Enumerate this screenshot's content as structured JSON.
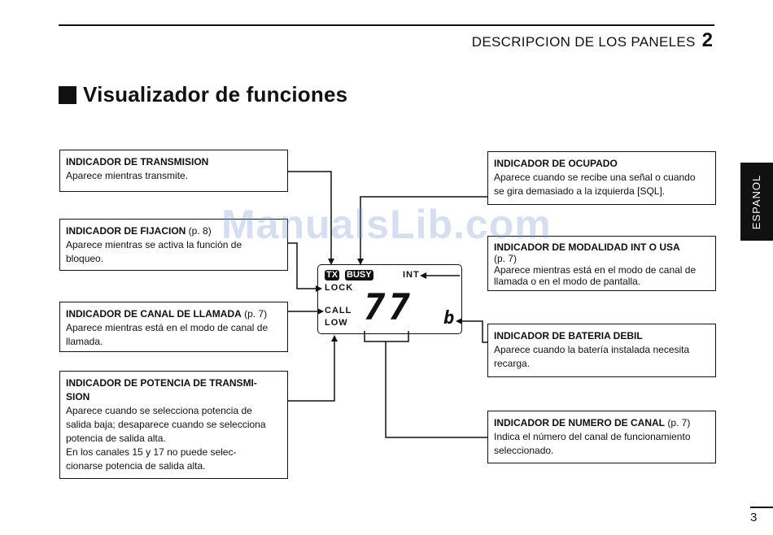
{
  "header": {
    "title": "DESCRIPCION DE LOS PANELES",
    "chapter": "2"
  },
  "section_title": "Visualizador de funciones",
  "side_tab": "ESPANOL",
  "callouts": {
    "tx": {
      "title": "INDICADOR DE TRANSMISION",
      "ref": "",
      "desc": [
        "Aparece mientras transmite."
      ]
    },
    "lock": {
      "title": "INDICADOR DE FIJACION",
      "ref": " (p. 8)",
      "desc": [
        "Aparece mientras se activa la función de",
        "bloqueo."
      ]
    },
    "call": {
      "title": "INDICADOR DE CANAL DE LLAMADA",
      "ref": " (p. 7)",
      "desc": [
        "Aparece mientras está en el modo de canal de",
        "llamada."
      ]
    },
    "power": {
      "title_lines": [
        "INDICADOR DE POTENCIA DE TRANSMI-",
        "SION"
      ],
      "desc": [
        "Aparece cuando se selecciona potencia de",
        "salida baja; desaparece cuando se selecciona",
        "potencia de salida alta.",
        "En los canales 15 y 17 no puede selec-",
        "cionarse potencia de salida alta."
      ]
    },
    "busy": {
      "title": "INDICADOR DE OCUPADO",
      "ref": "",
      "desc": [
        "Aparece cuando se recibe una señal o cuando",
        "se gira demasiado a la izquierda [SQL]."
      ]
    },
    "int": {
      "title": "INDICADOR DE MODALIDAD INT O USA",
      "ref": "",
      "desc": [
        "(p. 7)",
        "Aparece mientras está en el modo de canal de",
        "llamada o en el modo de pantalla."
      ]
    },
    "battery": {
      "title": "INDICADOR DE BATERIA DEBIL",
      "ref": "",
      "desc": [
        "Aparece cuando la batería instalada necesita",
        "recarga."
      ]
    },
    "channel": {
      "title": "INDICADOR DE NUMERO DE CANAL",
      "ref": " (p. 7)",
      "desc": [
        "Indica el número del canal de funcionamiento",
        "seleccionado."
      ]
    }
  },
  "lcd": {
    "tx": "TX",
    "busy": "BUSY",
    "int": "INT",
    "lock": "LOCK",
    "call": "CALL",
    "low": "LOW",
    "digits": "77",
    "battery": "b"
  },
  "watermark": "ManualsLib.com",
  "page_number": "3"
}
